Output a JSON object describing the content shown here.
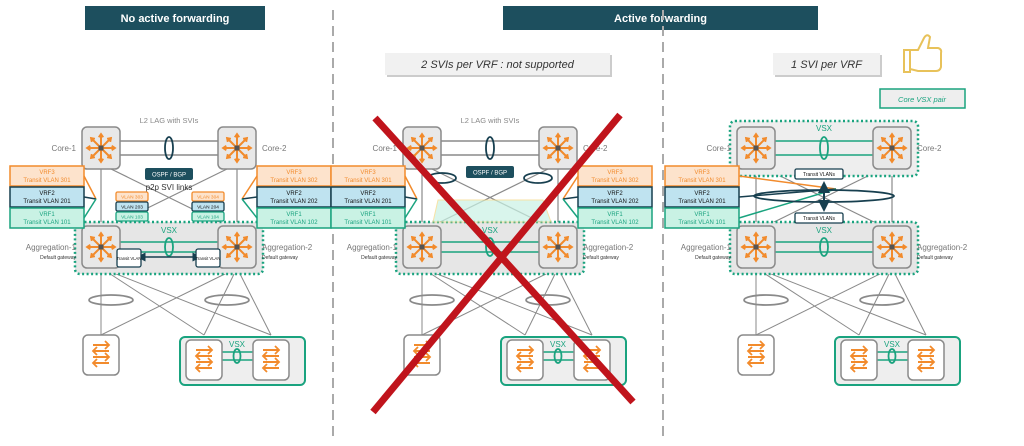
{
  "headers": {
    "left": "No active forwarding",
    "right": "Active forwarding"
  },
  "subtitles": {
    "middle": "2 SVIs per VRF : not supported",
    "right": "1 SVI per VRF",
    "core_vsx_pair": "Core VSX pair"
  },
  "labels": {
    "core1": "Core-1",
    "core2": "Core-2",
    "agg1": "Aggregation-1",
    "agg2": "Aggregation-2",
    "default_gateway": "Default gateway",
    "l2_lag": "L2 LAG with SVIs",
    "ospf_bgp": "OSPF / BGP",
    "p2p": "p2p SVI links",
    "vsx": "VSX",
    "transit_vlan": "Transit VLAN",
    "transit_vlans": "Transit VLANs"
  },
  "vrf_left": [
    {
      "vrf": "VRF3",
      "vlan": "Transit VLAN 301",
      "color": "orange"
    },
    {
      "vrf": "VRF2",
      "vlan": "Transit VLAN 201",
      "color": "navy"
    },
    {
      "vrf": "VRF1",
      "vlan": "Transit VLAN 101",
      "color": "teal"
    }
  ],
  "vrf_right": [
    {
      "vrf": "VRF3",
      "vlan": "Transit VLAN 302",
      "color": "orange"
    },
    {
      "vrf": "VRF2",
      "vlan": "Transit VLAN 202",
      "color": "navy"
    },
    {
      "vrf": "VRF1",
      "vlan": "Transit VLAN 102",
      "color": "teal"
    }
  ],
  "p2p_vlans_left": [
    "VLAN 303",
    "VLAN 203",
    "VLAN 103"
  ],
  "p2p_vlans_right": [
    "VLAN 304",
    "VLAN 204",
    "VLAN 104"
  ],
  "colors": {
    "header": "#1d4f5e",
    "orange": "#f28b2c",
    "orange_fill": "#fde3cc",
    "navy": "#173f4f",
    "navy_fill": "#bfe3f0",
    "teal": "#1aa37f",
    "teal_fill": "#c9f2e4",
    "cross": "#c0141c",
    "thumb": "#e8c25a",
    "switch_fill": "#e8e8e8",
    "line": "#8a8a8a"
  },
  "icons": [
    "router-icon",
    "access-switch-icon",
    "thumbs-up-icon",
    "cross-icon",
    "lag-ellipse-icon"
  ]
}
